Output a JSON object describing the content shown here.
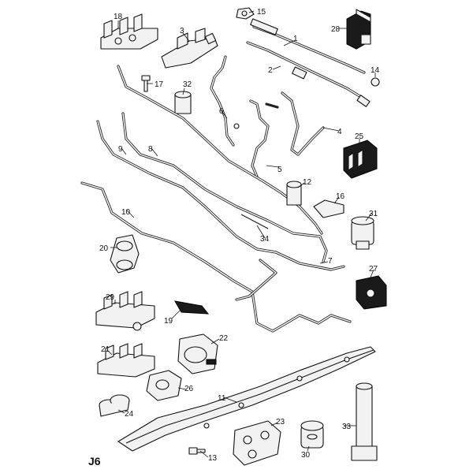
{
  "diagram_code": "J6",
  "labels": [
    "1",
    "2",
    "3",
    "4",
    "5",
    "6",
    "7",
    "8",
    "9",
    "10",
    "11",
    "12",
    "13",
    "14",
    "15",
    "16",
    "17",
    "18",
    "19",
    "20",
    "21",
    "22",
    "23",
    "24",
    "25",
    "26",
    "27",
    "28",
    "29",
    "30",
    "31",
    "32",
    "33",
    "34"
  ]
}
